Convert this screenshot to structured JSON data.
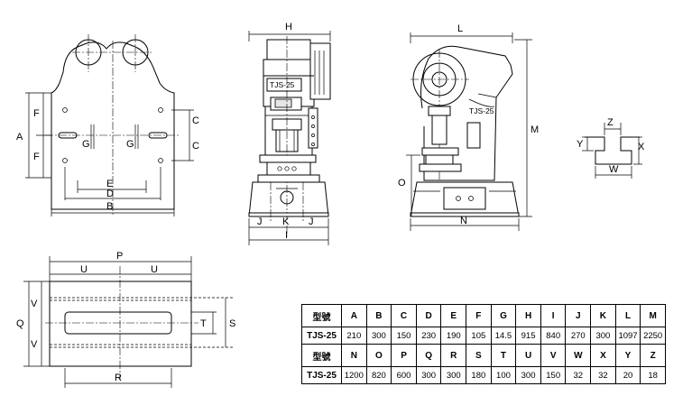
{
  "machine_label": "TJS-25",
  "dimension_labels": {
    "A": "A",
    "B": "B",
    "C": "C",
    "D": "D",
    "E": "E",
    "F": "F",
    "G": "G",
    "H": "H",
    "I": "I",
    "J": "J",
    "K": "K",
    "L": "L",
    "M": "M",
    "N": "N",
    "O": "O",
    "P": "P",
    "Q": "Q",
    "R": "R",
    "S": "S",
    "T": "T",
    "U": "U",
    "V": "V",
    "W": "W",
    "X": "X",
    "Y": "Y",
    "Z": "Z"
  },
  "spec_table": {
    "header_label": "型號",
    "rows": [
      {
        "header": [
          "型號",
          "A",
          "B",
          "C",
          "D",
          "E",
          "F",
          "G",
          "H",
          "I",
          "J",
          "K",
          "L",
          "M"
        ],
        "values": [
          "TJS-25",
          "210",
          "300",
          "150",
          "230",
          "190",
          "105",
          "14.5",
          "915",
          "840",
          "270",
          "300",
          "1097",
          "2250"
        ]
      },
      {
        "header": [
          "型號",
          "N",
          "O",
          "P",
          "Q",
          "R",
          "S",
          "T",
          "U",
          "V",
          "W",
          "X",
          "Y",
          "Z"
        ],
        "values": [
          "TJS-25",
          "1200",
          "820",
          "600",
          "300",
          "300",
          "180",
          "100",
          "300",
          "150",
          "32",
          "32",
          "20",
          "18"
        ]
      }
    ]
  }
}
